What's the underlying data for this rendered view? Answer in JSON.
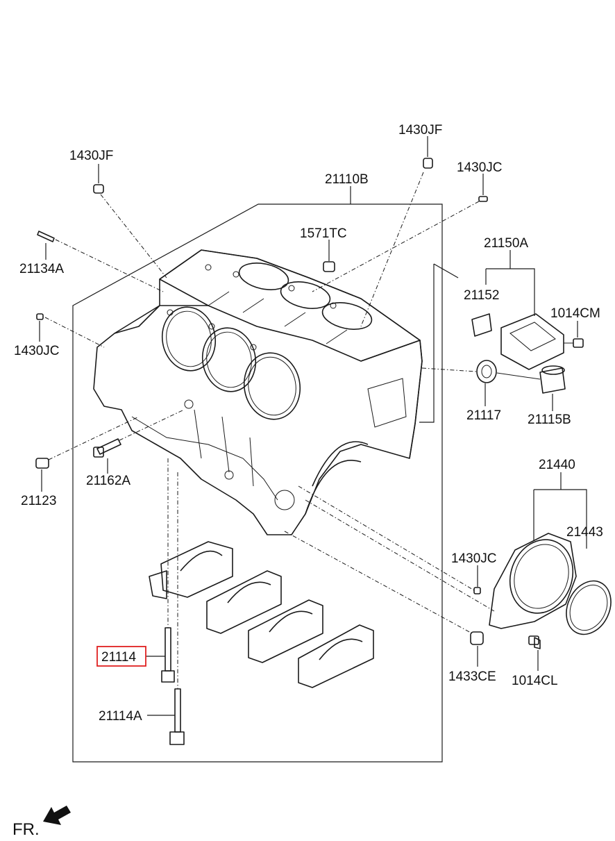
{
  "diagram": {
    "direction_label": "FR.",
    "highlight_color": "#e02020",
    "line_color": "#1a1a1a",
    "labels": {
      "p1430jf_left": "1430JF",
      "p1430jf_right": "1430JF",
      "p1430jc_top": "1430JC",
      "p21110b": "21110B",
      "p1571tc": "1571TC",
      "p21134a": "21134A",
      "p21150a": "21150A",
      "p21152": "21152",
      "p1014cm": "1014CM",
      "p1430jc_left": "1430JC",
      "p21117": "21117",
      "p21115b": "21115B",
      "p21123": "21123",
      "p21162a": "21162A",
      "p21440": "21440",
      "p21443": "21443",
      "p1430jc_right": "1430JC",
      "p21114": "21114",
      "p1433ce": "1433CE",
      "p1014cl": "1014CL",
      "p21114a": "21114A"
    },
    "highlighted_part": "21114"
  }
}
